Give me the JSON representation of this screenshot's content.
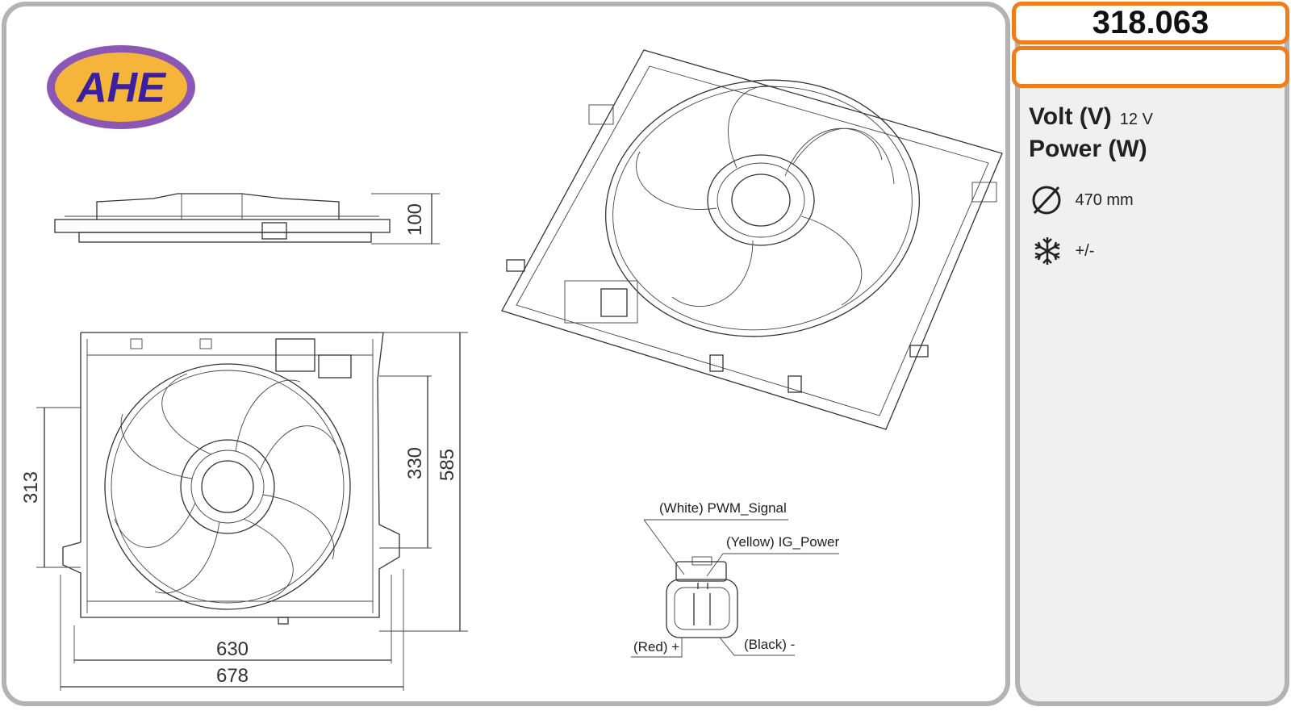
{
  "logo": {
    "text": "AHE",
    "oval_color": "#8a57b5",
    "inner_color": "#f5b43a",
    "text_color": "#3a1fa0"
  },
  "part_number": "318.063",
  "specs": {
    "volt_label": "Volt (V)",
    "volt_value": "12 V",
    "power_label": "Power (W)",
    "diameter_value": "470 mm",
    "rotation_value": "+/-"
  },
  "dimensions": {
    "side_height": "100",
    "inner_width": "630",
    "outer_width": "678",
    "left_height": "313",
    "shroud_height": "330",
    "total_height": "585"
  },
  "connector_pins": {
    "pwm": "(White) PWM_Signal",
    "ig": "(Yellow) IG_Power",
    "red": "(Red) +",
    "black": "(Black) -"
  },
  "colors": {
    "accent": "#f07d1a",
    "panel_border": "#b3b3b3"
  }
}
